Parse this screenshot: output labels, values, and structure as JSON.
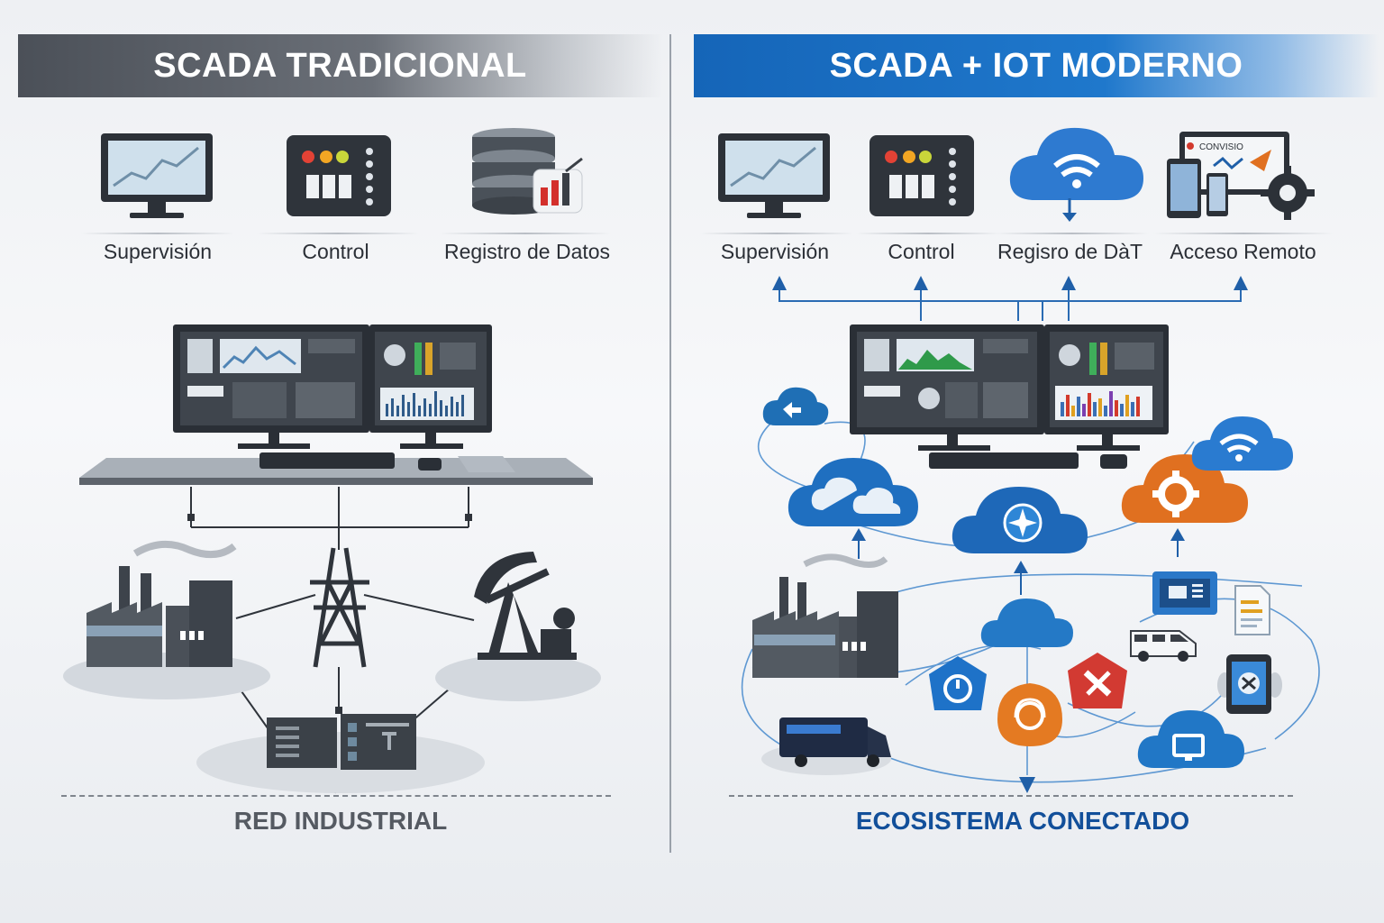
{
  "left": {
    "title": "SCADA TRADICIONAL",
    "features": [
      {
        "label": "Supervisión",
        "icon": "monitor-chart-icon"
      },
      {
        "label": "Control",
        "icon": "control-panel-icon"
      },
      {
        "label": "Registro de Datos",
        "icon": "database-icon"
      }
    ],
    "footer": "RED INDUSTRIAL"
  },
  "right": {
    "title": "SCADA + IOT MODERNO",
    "features": [
      {
        "label": "Supervisión",
        "icon": "monitor-chart-icon"
      },
      {
        "label": "Control",
        "icon": "control-panel-icon"
      },
      {
        "label": "Regisro de DàT",
        "icon": "cloud-wifi-icon"
      },
      {
        "label": "Acceso Remoto",
        "icon": "devices-gear-icon"
      }
    ],
    "remote_screen_text": "CONVISIO",
    "footer": "ECOSISTEMA CONECTADO"
  },
  "colors": {
    "gray_banner": "#555a62",
    "blue_banner": "#1668ba",
    "orange": "#e07020",
    "red": "#d03a30",
    "footer_gray": "#555a62",
    "footer_blue": "#124f9a"
  }
}
